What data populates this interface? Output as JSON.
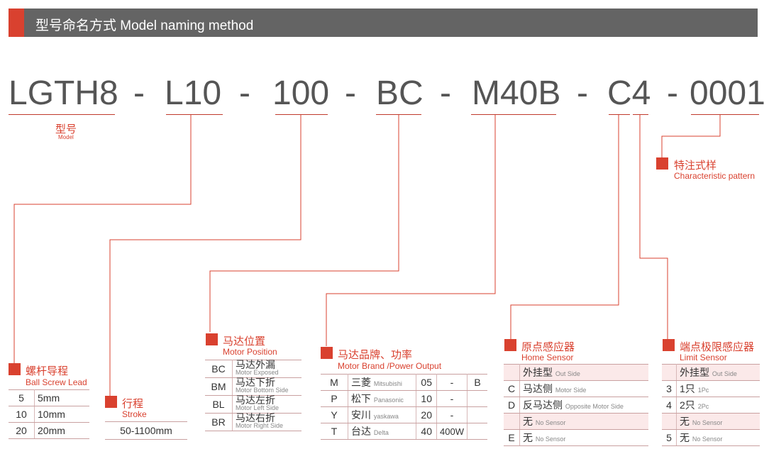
{
  "header": {
    "title": "型号命名方式  Model naming method"
  },
  "code": {
    "segments": [
      "LGTH8",
      "L10",
      "100",
      "BC",
      "M40B",
      "C4",
      "0001"
    ],
    "dash": "-"
  },
  "model_label": {
    "zh": "型号",
    "en": "Model"
  },
  "special": {
    "zh": "特注式样",
    "en": "Characteristic pattern"
  },
  "lead": {
    "zh": "螺杆导程",
    "en": "Ball Screw Lead",
    "rows": [
      [
        "5",
        "5mm"
      ],
      [
        "10",
        "10mm"
      ],
      [
        "20",
        "20mm"
      ]
    ]
  },
  "stroke": {
    "zh": "行程",
    "en": "Stroke",
    "value": "50-1100mm"
  },
  "motor_pos": {
    "zh": "马达位置",
    "en": "Motor Position",
    "rows": [
      [
        "BC",
        "马达外漏",
        "Motor Exposed"
      ],
      [
        "BM",
        "马达下折",
        "Motor Bottom Side"
      ],
      [
        "BL",
        "马达左折",
        "Motor Left Side"
      ],
      [
        "BR",
        "马达右折",
        "Motor Right Side"
      ]
    ]
  },
  "motor_brand": {
    "zh": "马达品牌、功率",
    "en": "Motor Brand /Power Output",
    "rows": [
      [
        "M",
        "三菱",
        "Mitsubishi",
        "05",
        "-",
        "B"
      ],
      [
        "P",
        "松下",
        "Panasonic",
        "10",
        "-",
        ""
      ],
      [
        "Y",
        "安川",
        "yaskawa",
        "20",
        "-",
        ""
      ],
      [
        "T",
        "台达",
        "Delta",
        "40",
        "400W",
        ""
      ]
    ]
  },
  "home": {
    "zh": "原点感应器",
    "en": "Home Sensor",
    "rows": [
      [
        "",
        "外挂型",
        "Out Side"
      ],
      [
        "C",
        "马达侧",
        "Motor Side"
      ],
      [
        "D",
        "反马达侧",
        "Opposite Motor Side"
      ],
      [
        "",
        "无",
        "No Sensor"
      ],
      [
        "E",
        "无",
        "No Sensor"
      ]
    ]
  },
  "limit": {
    "zh": "端点极限感应器",
    "en": "Limit Sensor",
    "rows": [
      [
        "",
        "外挂型",
        "Out Side"
      ],
      [
        "3",
        "1只",
        "1Pc"
      ],
      [
        "4",
        "2只",
        "2Pc"
      ],
      [
        "",
        "无",
        "No Sensor"
      ],
      [
        "5",
        "无",
        "No Sensor"
      ]
    ]
  }
}
